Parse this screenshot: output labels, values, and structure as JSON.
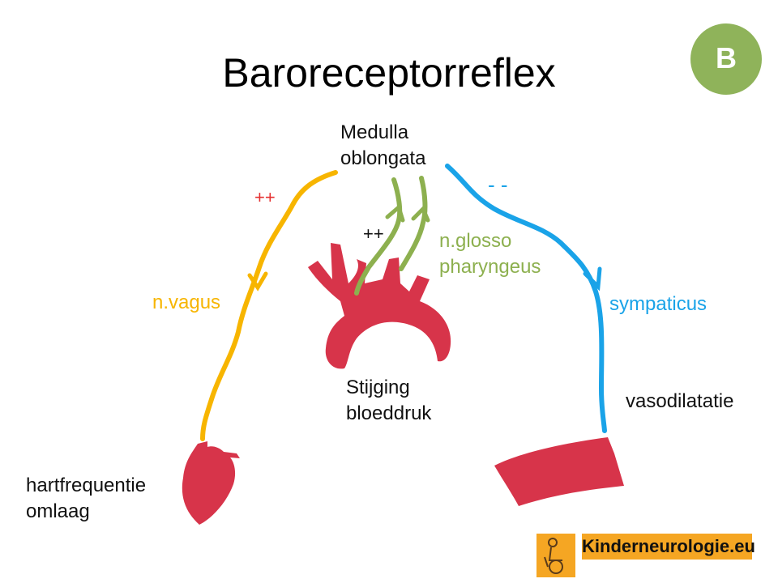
{
  "title": "Baroreceptorreflex",
  "badge": "B",
  "labels": {
    "medulla": [
      "Medulla",
      "oblongata"
    ],
    "vagus": "n.vagus",
    "glosso": [
      "n.glosso",
      "pharyngeus"
    ],
    "sympaticus": "sympaticus",
    "stijging": [
      "Stijging",
      "bloeddruk"
    ],
    "vasodilatatie": "vasodilatatie",
    "hartfrequentie": [
      "hartfrequentie",
      "omlaag"
    ],
    "plus_vagus": "++",
    "plus_glosso": "++",
    "minus_symp": "- -"
  },
  "logo": {
    "text": "Kinderneurologie.eu",
    "icon": "wheelchair-child-icon"
  },
  "colors": {
    "vagus": "#f7b500",
    "glosso": "#8db04f",
    "sympaticus": "#1aa3e8",
    "organ": "#d7344a",
    "plus": "#e53030",
    "badge": "#8fb35a",
    "logo_bg": "#f5a623"
  }
}
